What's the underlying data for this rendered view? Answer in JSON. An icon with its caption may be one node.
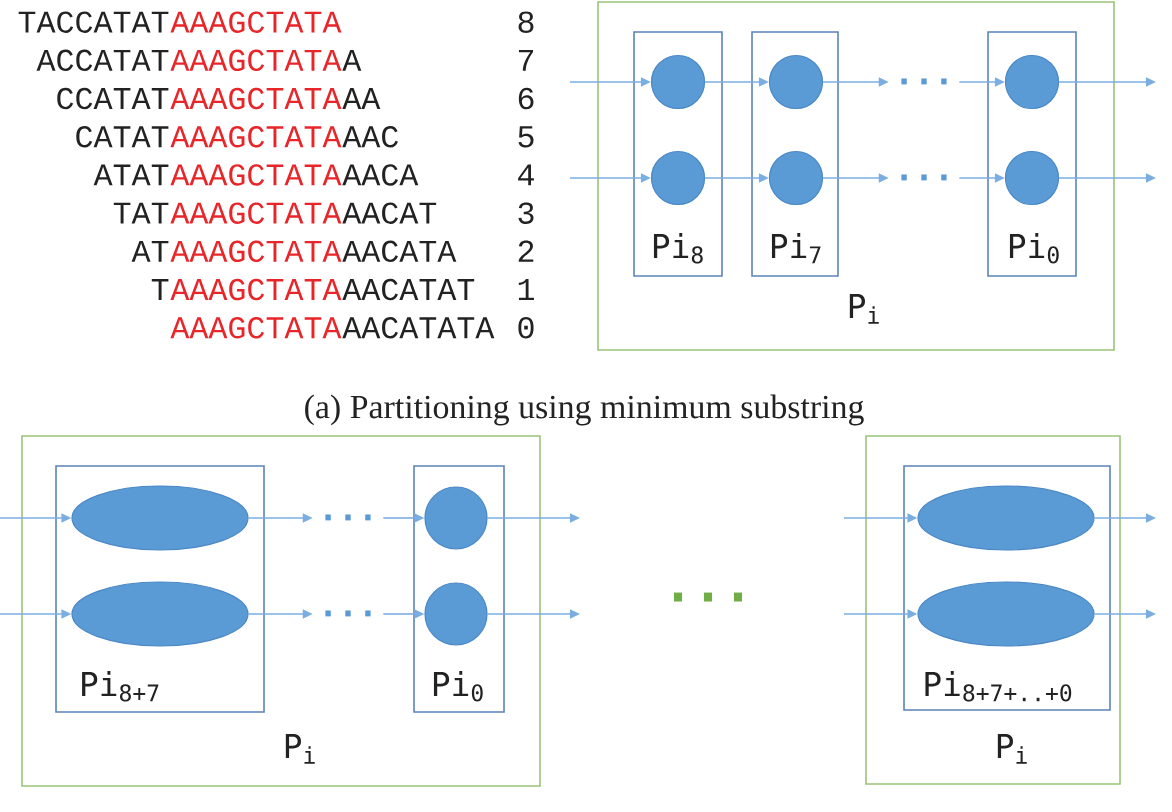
{
  "diagram": {
    "caption": "(a) Partitioning using minimum substring",
    "nodes": [
      {
        "text": [
          "P$_{i}$"
        ]
      },
      {
        "text": [
          "Pi$_{8}$"
        ],
        "in": 0
      },
      {
        "text": [],
        "shape": "circle",
        "in": 1
      },
      {
        "text": [],
        "shape": "circle",
        "in": 1
      },
      {
        "text": [
          "Pi$_{7}$"
        ],
        "in": 0
      },
      {
        "text": [],
        "shape": "circle",
        "in": 4
      },
      {
        "text": [],
        "shape": "circle",
        "in": 4
      },
      {
        "text": [
          "..."
        ],
        "in": 0
      },
      {
        "text": [
          "..."
        ],
        "in": 0
      },
      {
        "text": [
          "Pi$_{0}$"
        ],
        "in": 0
      },
      {
        "text": [],
        "shape": "circle",
        "in": 9
      },
      {
        "text": [],
        "shape": "circle",
        "in": 9
      },
      {
        "text": [
          "P$_{i}$"
        ]
      },
      {
        "text": [
          "Pi$_{8+7}$"
        ],
        "in": 12
      },
      {
        "text": [],
        "shape": "ellipse",
        "in": 13
      },
      {
        "text": [],
        "shape": "ellipse",
        "in": 13
      },
      {
        "text": [
          "..."
        ],
        "in": 12
      },
      {
        "text": [
          "..."
        ],
        "in": 12
      },
      {
        "text": [
          "Pi$_{0}$"
        ],
        "in": 12
      },
      {
        "text": [],
        "shape": "circle",
        "in": 18
      },
      {
        "text": [],
        "shape": "circle",
        "in": 18
      },
      {
        "text": [
          "P$_{i}$"
        ]
      },
      {
        "text": [
          "Pi$_{8+7+..+0}$"
        ],
        "in": 21
      },
      {
        "text": [],
        "shape": "ellipse",
        "in": 22
      },
      {
        "text": [],
        "shape": "ellipse",
        "in": 22
      }
    ],
    "edges": [
      {
        "from": null,
        "to": 2,
        "arrow": "to"
      },
      {
        "from": 2,
        "to": 5,
        "arrow": "to"
      },
      {
        "from": 5,
        "to": 7,
        "arrow": "to"
      },
      {
        "from": 7,
        "to": 10,
        "arrow": "to"
      },
      {
        "from": 10,
        "to": null,
        "arrow": "to"
      },
      {
        "from": null,
        "to": 3,
        "arrow": "to"
      },
      {
        "from": 3,
        "to": 6,
        "arrow": "to"
      },
      {
        "from": 6,
        "to": 8,
        "arrow": "to"
      },
      {
        "from": 8,
        "to": 11,
        "arrow": "to"
      },
      {
        "from": 11,
        "to": null,
        "arrow": "to"
      },
      {
        "from": null,
        "to": 14,
        "arrow": "to"
      },
      {
        "from": 14,
        "to": 16,
        "arrow": "to"
      },
      {
        "from": 16,
        "to": 19,
        "arrow": "to"
      },
      {
        "from": 19,
        "to": null,
        "arrow": "to"
      },
      {
        "from": null,
        "to": 15,
        "arrow": "to"
      },
      {
        "from": 15,
        "to": 17,
        "arrow": "to"
      },
      {
        "from": 17,
        "to": 20,
        "arrow": "to"
      },
      {
        "from": 20,
        "to": null,
        "arrow": "to"
      },
      {
        "from": null,
        "to": 23,
        "arrow": "to"
      },
      {
        "from": 23,
        "to": null,
        "arrow": "to"
      },
      {
        "from": null,
        "to": 24,
        "arrow": "to"
      },
      {
        "from": 24,
        "to": null,
        "arrow": "to"
      }
    ],
    "labels": [
      "TACCATAT",
      "AAAGCTATA",
      "8",
      "ACCATAT",
      "AAAGCTATA",
      "A",
      "7",
      "CCATAT",
      "AAAGCTATA",
      "AA",
      "6",
      "CATAT",
      "AAAGCTATA",
      "AAC",
      "5",
      "ATAT",
      "AAAGCTATA",
      "AACA",
      "4",
      "TAT",
      "AAAGCTATA",
      "AACAT",
      "3",
      "AT",
      "AAAGCTATA",
      "AACATA",
      "2",
      "T",
      "AAAGCTATA",
      "AACATAT",
      "1",
      "AAAGCTATA",
      "AACATATA",
      "0",
      "..."
    ]
  }
}
